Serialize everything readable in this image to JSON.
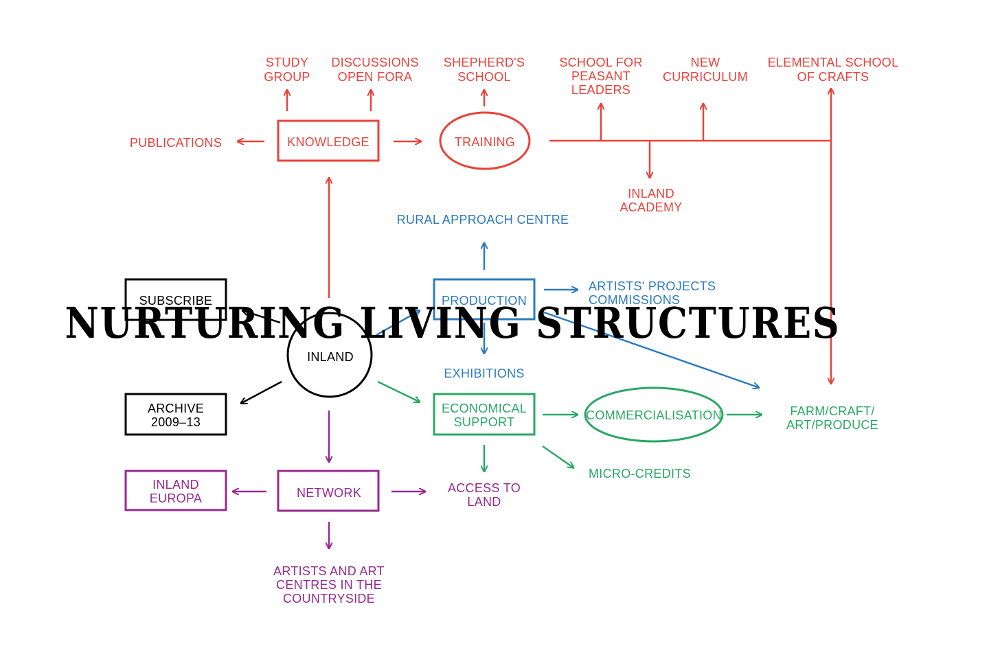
{
  "colors": {
    "red": "#e8423a",
    "blue": "#2b7bc0",
    "green": "#2aa866",
    "purple": "#962a90",
    "black": "#000000"
  },
  "title": "NURTURING LIVING STRUCTURES",
  "nodes": {
    "study_group": [
      "STUDY",
      "GROUP"
    ],
    "discussions": [
      "DISCUSSIONS",
      "OPEN FORA"
    ],
    "shepherds_school": [
      "SHEPHERD'S",
      "SCHOOL"
    ],
    "school_peasant_leaders": [
      "SCHOOL FOR",
      "PEASANT",
      "LEADERS"
    ],
    "new_curriculum": [
      "NEW",
      "CURRICULUM"
    ],
    "elemental_school": [
      "ELEMENTAL SCHOOL",
      "OF CRAFTS"
    ],
    "publications": [
      "PUBLICATIONS"
    ],
    "knowledge": [
      "KNOWLEDGE"
    ],
    "training": [
      "TRAINING"
    ],
    "inland_academy": [
      "INLAND",
      "ACADEMY"
    ],
    "rural_approach_centre": [
      "RURAL APPROACH CENTRE"
    ],
    "subscribe": [
      "SUBSCRIBE"
    ],
    "production": [
      "PRODUCTION"
    ],
    "artists_projects": [
      "ARTISTS' PROJECTS",
      "COMMISSIONS"
    ],
    "inland": [
      "INLAND"
    ],
    "exhibitions": [
      "EXHIBITIONS"
    ],
    "archive": [
      "ARCHIVE",
      "2009–13"
    ],
    "economical_support": [
      "ECONOMICAL",
      "SUPPORT"
    ],
    "commercialisation": [
      "COMMERCIALISATION"
    ],
    "farm_craft": [
      "FARM/CRAFT/",
      "ART/PRODUCE"
    ],
    "micro_credits": [
      "MICRO-CREDITS"
    ],
    "inland_europa": [
      "INLAND",
      "EUROPA"
    ],
    "network": [
      "NETWORK"
    ],
    "access_to_land": [
      "ACCESS TO",
      "LAND"
    ],
    "artists_art_centres": [
      "ARTISTS AND ART",
      "CENTRES IN THE",
      "COUNTRYSIDE"
    ]
  }
}
